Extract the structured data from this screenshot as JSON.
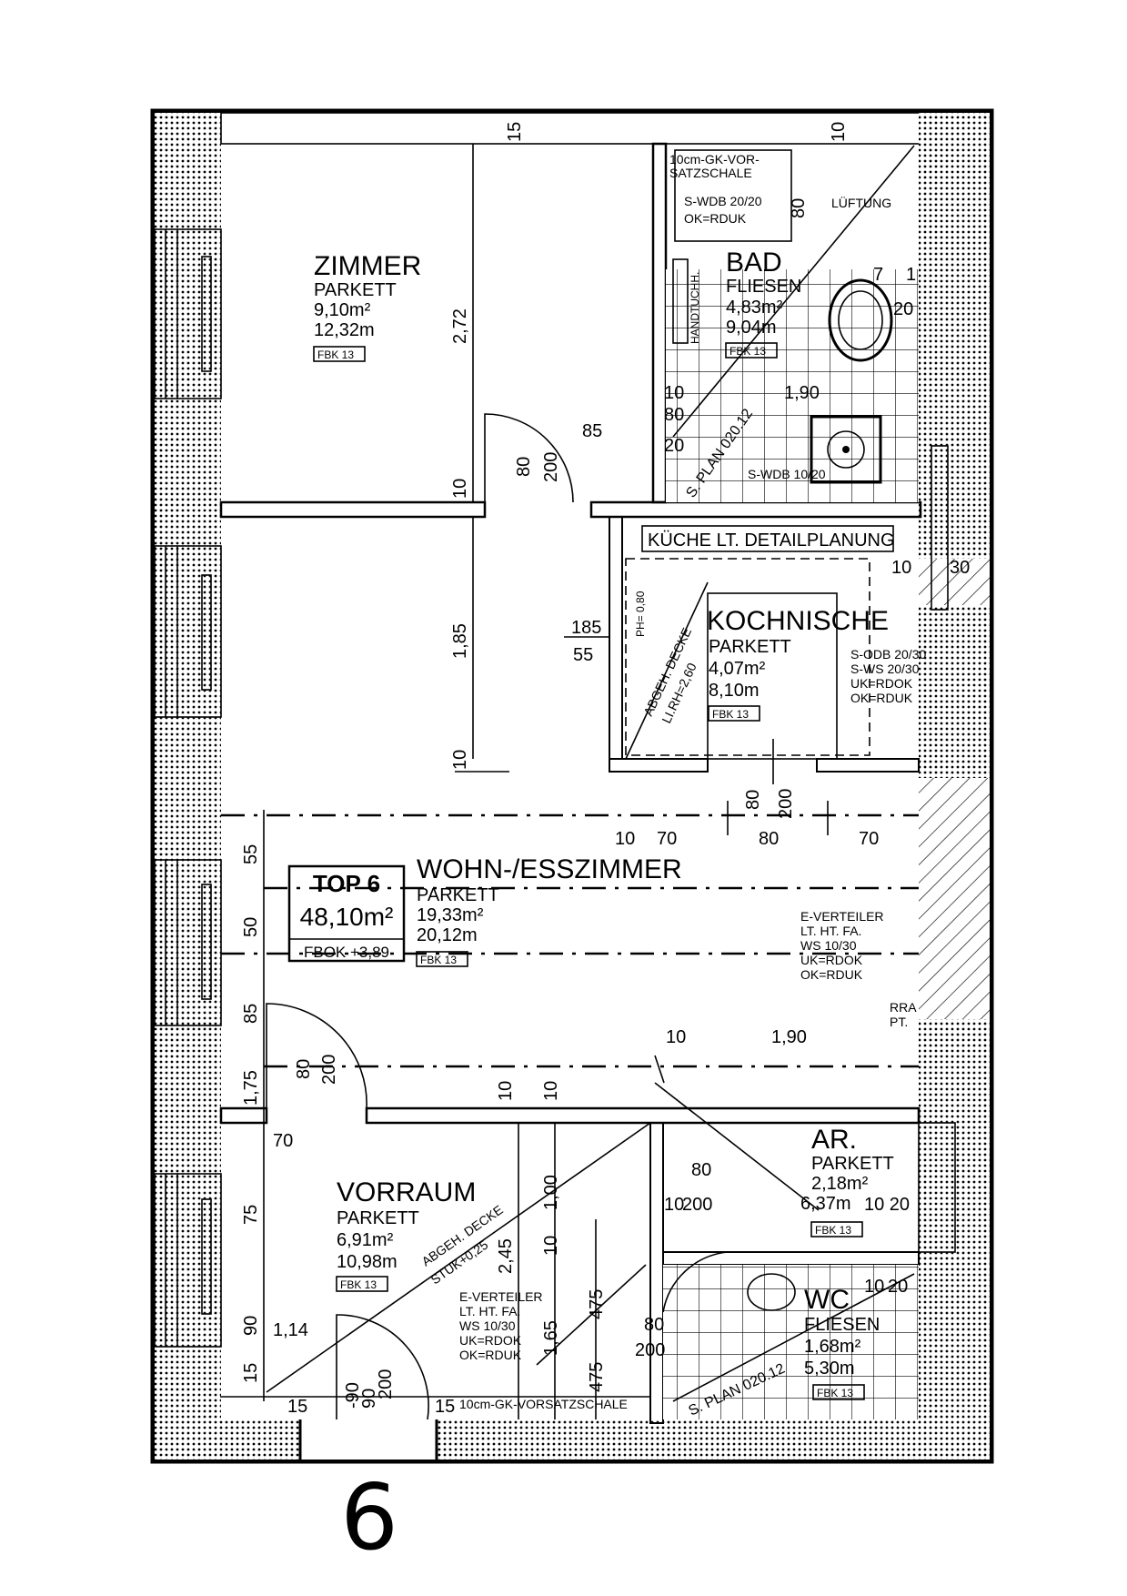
{
  "plan": {
    "unit_number": "6",
    "top": {
      "label": "TOP 6",
      "area": "48,10m²",
      "fbok": "FBOK +3,89"
    },
    "rooms": {
      "zimmer": {
        "name": "ZIMMER",
        "floor": "PARKETT",
        "area": "9,10m²",
        "perimeter": "12,32m",
        "tag": "FBK 13"
      },
      "bad": {
        "name": "BAD",
        "floor": "FLIESEN",
        "area": "4,83m²",
        "perimeter": "9,04m",
        "tag": "FBK 13"
      },
      "kochnische": {
        "name": "KOCHNISCHE",
        "floor": "PARKETT",
        "area": "4,07m²",
        "perimeter": "8,10m",
        "tag": "FBK 13"
      },
      "wohn": {
        "name": "WOHN-/ESSZIMMER",
        "floor": "PARKETT",
        "area": "19,33m²",
        "perimeter": "20,12m",
        "tag": "FBK 13"
      },
      "vorraum": {
        "name": "VORRAUM",
        "floor": "PARKETT",
        "area": "6,91m²",
        "perimeter": "10,98m",
        "tag": "FBK 13"
      },
      "ar": {
        "name": "AR.",
        "floor": "PARKETT",
        "area": "2,18m²",
        "perimeter": "6,37m",
        "tag": "FBK 13"
      },
      "wc": {
        "name": "WC",
        "floor": "FLIESEN",
        "area": "1,68m²",
        "perimeter": "5,30m",
        "tag": "FBK 13"
      }
    },
    "notes": {
      "vorsatzschale_top_1": "10cm-GK-VOR-",
      "vorsatzschale_top_2": "SATZSCHALE",
      "swdb_1": "S-WDB 20/20",
      "swdb_2": "OK=RDUK",
      "lueftung": "LÜFTUNG",
      "handtuch": "HANDTUCHH.",
      "swdb_bottom": "S-WDB 10/20",
      "kueche": "KÜCHE LT. DETAILPLANUNG",
      "abgeh_decke_k1": "ABGEH. DECKE",
      "abgeh_decke_k2": "LI.RH=2,60",
      "ph": "PH= 0,80",
      "sodb_1": "S-ODB 20/30",
      "sodb_2": "S-WS 20/30",
      "sodb_3": "UK=RDOK",
      "sodb_4": "OK=RDUK",
      "ev_right_1": "E-VERTEILER",
      "ev_right_2": "LT. HT. FA.",
      "ev_right_3": "WS 10/30",
      "ev_right_4": "UK=RDOK",
      "ev_right_5": "OK=RDUK",
      "rra_1": "RRA",
      "rra_2": "PT.",
      "abgeh_decke_v1": "ABGEH. DECKE",
      "abgeh_decke_v2": "STUK+0,25",
      "ev_left_1": "E-VERTEILER",
      "ev_left_2": "LT. HT. FA.",
      "ev_left_3": "WS 10/30",
      "ev_left_4": "UK=RDOK",
      "ev_left_5": "OK=RDUK",
      "vorsatzschale_bottom": "10cm-GK-VORSATZSCHALE",
      "plan_ref_top": "S. PLAN 020.12",
      "plan_ref_bottom": "S. PLAN 020.12"
    },
    "dims": {
      "d_272": "2,72",
      "d_85": "85",
      "d_80a": "80",
      "d_200a": "200",
      "d_10a": "10",
      "d_185": "1,85",
      "d_10b": "10",
      "d_185b": "185",
      "d_55b": "55",
      "d_10c": "10",
      "d_70a": "70",
      "d_80b": "80",
      "d_70b": "70",
      "d_80c": "80",
      "d_200c": "200",
      "d_55": "55",
      "d_50": "50",
      "d_85b": "85",
      "d_175": "1,75",
      "d_80d": "80",
      "d_200d": "200",
      "d_10d": "10",
      "d_190": "1,90",
      "d_10e": "10",
      "d_10f": "10",
      "d_70c": "70",
      "d_75": "75",
      "d_90": "90",
      "d_15": "15",
      "d_114": "1,14",
      "d_80e": "80",
      "d_200e": "200",
      "d_100": "1,00",
      "d_10g": "10",
      "d_245": "2,45",
      "d_475a": "475",
      "d_475b": "475",
      "d_165": "1,65",
      "d_80f": "80",
      "d_200f": "200",
      "d_10h": "10",
      "d_30": "30",
      "d_190b": "1,90",
      "d_15b": "15",
      "d_15c": "15",
      "d_90b": "-90",
      "d_90c": "90",
      "d_80ar": "80",
      "d_10ar": "10",
      "d_200ar": "200",
      "d_1020": "10 20",
      "d_10bad": "10",
      "d_80bad": "80",
      "d_20bad": "20",
      "d_10top": "10",
      "d_15top": "15",
      "d_20r": "20",
      "d_7": "7",
      "d_1": "1",
      "d_80k": "80",
      "d_10k": "10",
      "d_20k": "20"
    }
  }
}
